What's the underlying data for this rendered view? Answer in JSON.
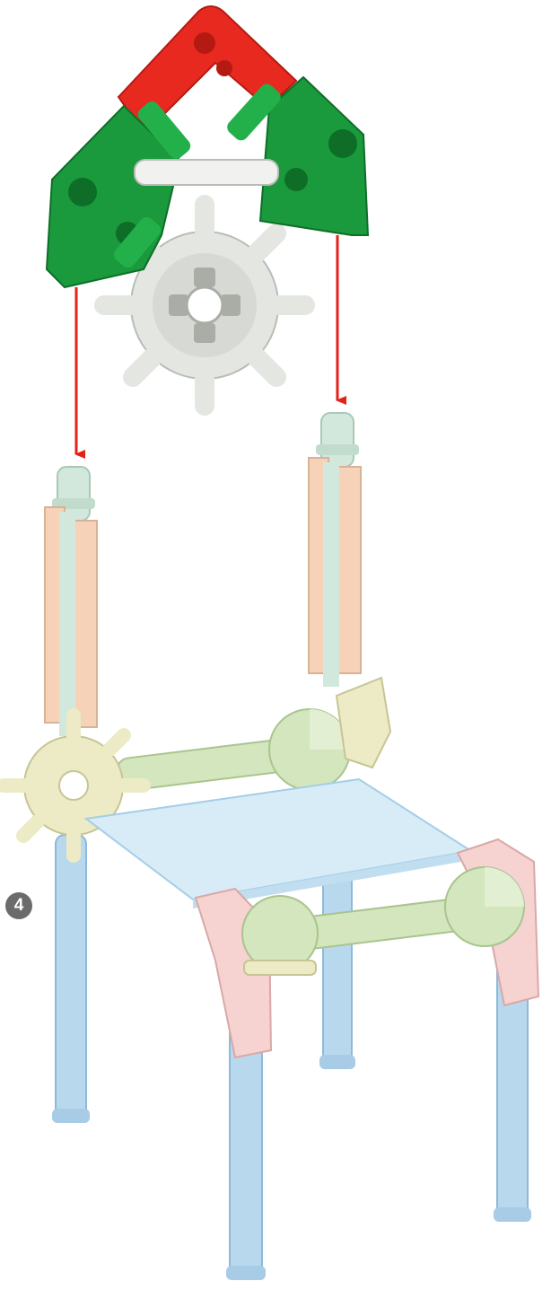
{
  "step": {
    "number": "4"
  },
  "colors": {
    "red": "#e8291f",
    "green": "#1a9a3c",
    "white_part": "#e4e6e2",
    "light_blue": "#b8d8ee",
    "seat_blue": "#d7ecf7",
    "peach": "#f6d3b8",
    "pink": "#f6d2d1",
    "pale_green": "#d3e6bd",
    "cream": "#ecebc5",
    "mint": "#d2e8dc",
    "arrow": "#e2231a",
    "badge": "#6b6b6b"
  },
  "parts": {
    "top_assembly": "chair-back-top-assembly",
    "chair_base": "chair-base-assembly"
  }
}
